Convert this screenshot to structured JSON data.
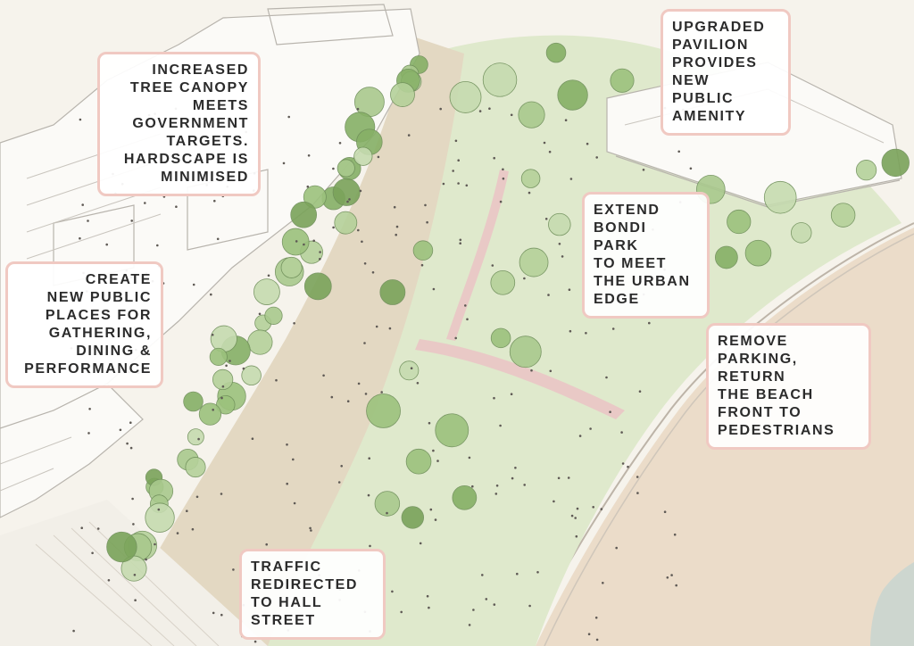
{
  "palette": {
    "sand": "#e9dccb",
    "grass": "#d9e8c6",
    "tree_green": "#8fb871",
    "callout_border": "#f0c9c2",
    "text": "#2b2b2b"
  },
  "callouts": {
    "tree_canopy": [
      "INCREASED",
      "TREE CANOPY",
      "MEETS",
      "GOVERNMENT",
      "TARGETS.",
      "HARDSCAPE IS",
      "MINIMISED"
    ],
    "pavilion": [
      "UPGRADED",
      "PAVILION",
      "PROVIDES",
      "NEW",
      "PUBLIC",
      "AMENITY"
    ],
    "public_places": [
      "CREATE",
      "NEW PUBLIC",
      "PLACES FOR",
      "GATHERING,",
      "DINING &",
      "PERFORMANCE"
    ],
    "extend_park": [
      "EXTEND",
      "BONDI",
      "PARK",
      "TO MEET",
      "THE URBAN",
      "EDGE"
    ],
    "remove_parking": [
      "REMOVE",
      "PARKING,",
      "RETURN",
      "THE BEACH",
      "FRONT TO",
      "PEDESTRIANS"
    ],
    "traffic": [
      "TRAFFIC",
      "REDIRECTED",
      "TO HALL",
      "STREET"
    ]
  }
}
